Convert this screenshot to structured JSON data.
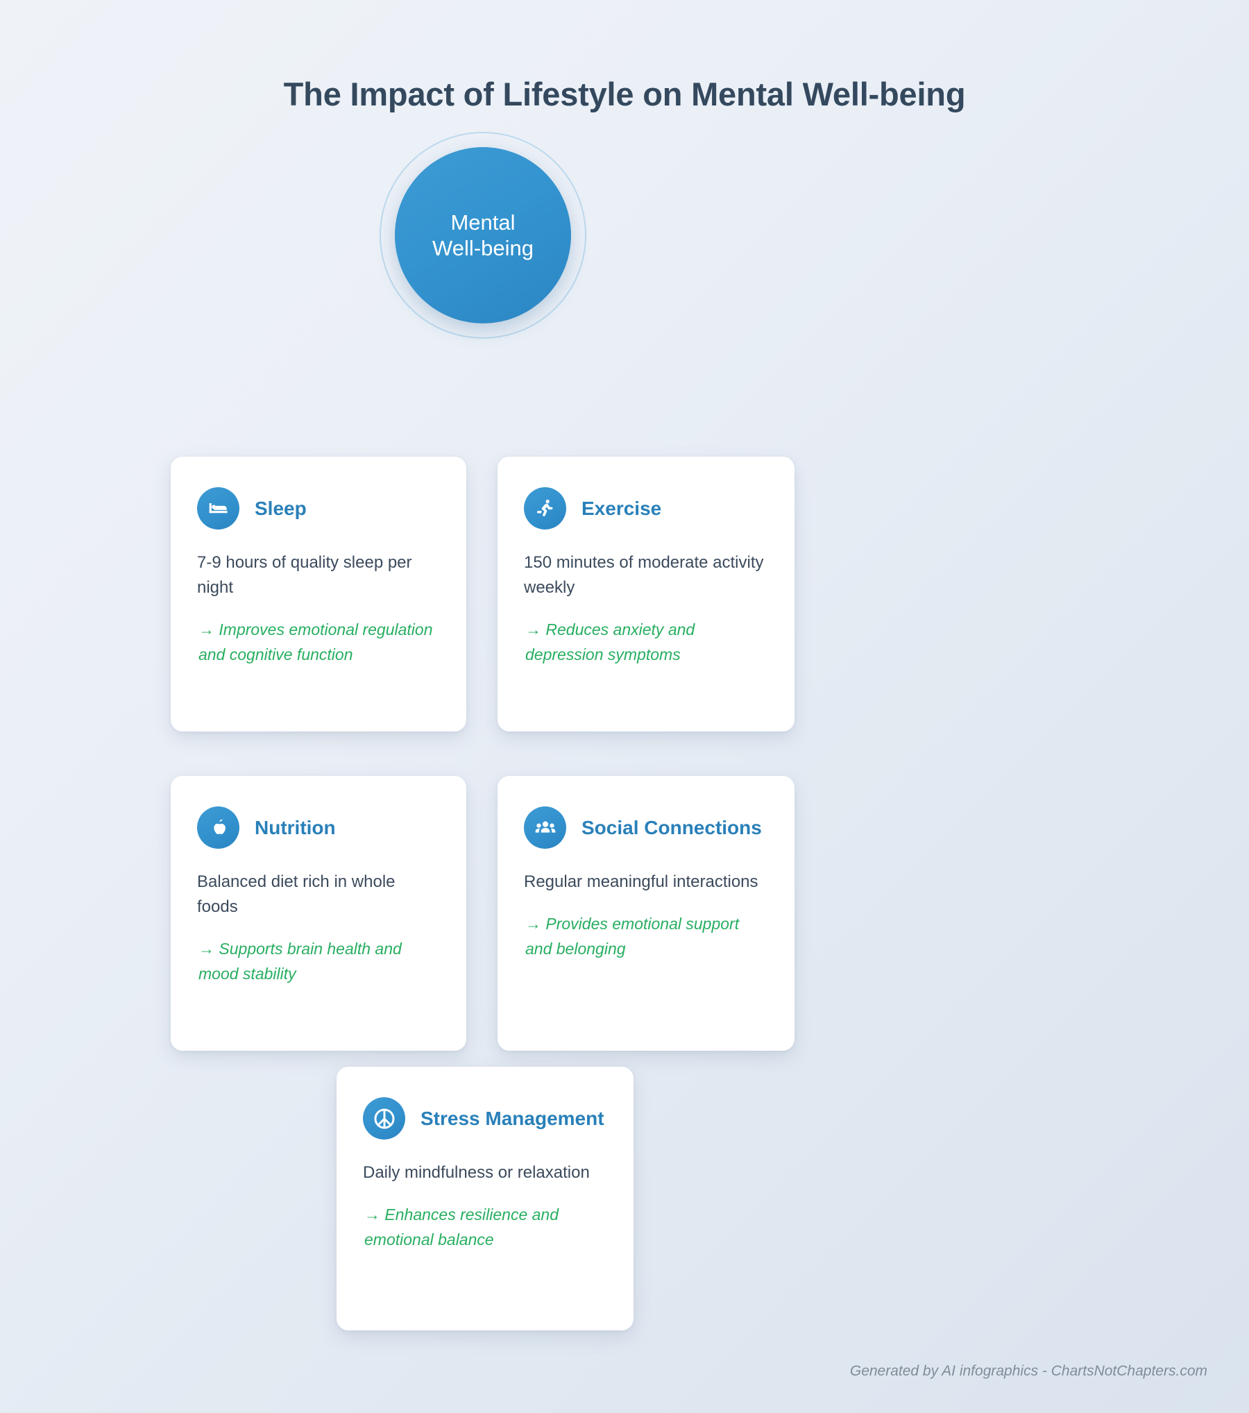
{
  "title": "The Impact of Lifestyle on Mental Well-being",
  "hub": {
    "line1": "Mental",
    "line2": "Well-being"
  },
  "colors": {
    "accent_blue": "#2980b9",
    "icon_blue": "#3498db",
    "title_slate": "#34495e",
    "benefit_green": "#27ae60",
    "card_white": "#ffffff",
    "background": "#eaeff6",
    "footer_gray": "#7f8c99"
  },
  "cards": [
    {
      "icon": "bed-icon",
      "title": "Sleep",
      "description": "7-9 hours of quality sleep per night",
      "arrow": "→",
      "benefit": "Improves emotional regulation and cognitive function"
    },
    {
      "icon": "running-person-icon",
      "title": "Exercise",
      "description": "150 minutes of moderate activity weekly",
      "arrow": "→",
      "benefit": "Reduces anxiety and depression symptoms"
    },
    {
      "icon": "apple-icon",
      "title": "Nutrition",
      "description": "Balanced diet rich in whole foods",
      "arrow": "→",
      "benefit": "Supports brain health and mood stability"
    },
    {
      "icon": "users-group-icon",
      "title": "Social Connections",
      "description": "Regular meaningful interactions",
      "arrow": "→",
      "benefit": "Provides emotional support and belonging"
    },
    {
      "icon": "peace-sign-icon",
      "title": "Stress Management",
      "description": "Daily mindfulness or relaxation",
      "arrow": "→",
      "benefit": "Enhances resilience and emotional balance"
    }
  ],
  "footer": "Generated by AI infographics - ChartsNotChapters.com"
}
